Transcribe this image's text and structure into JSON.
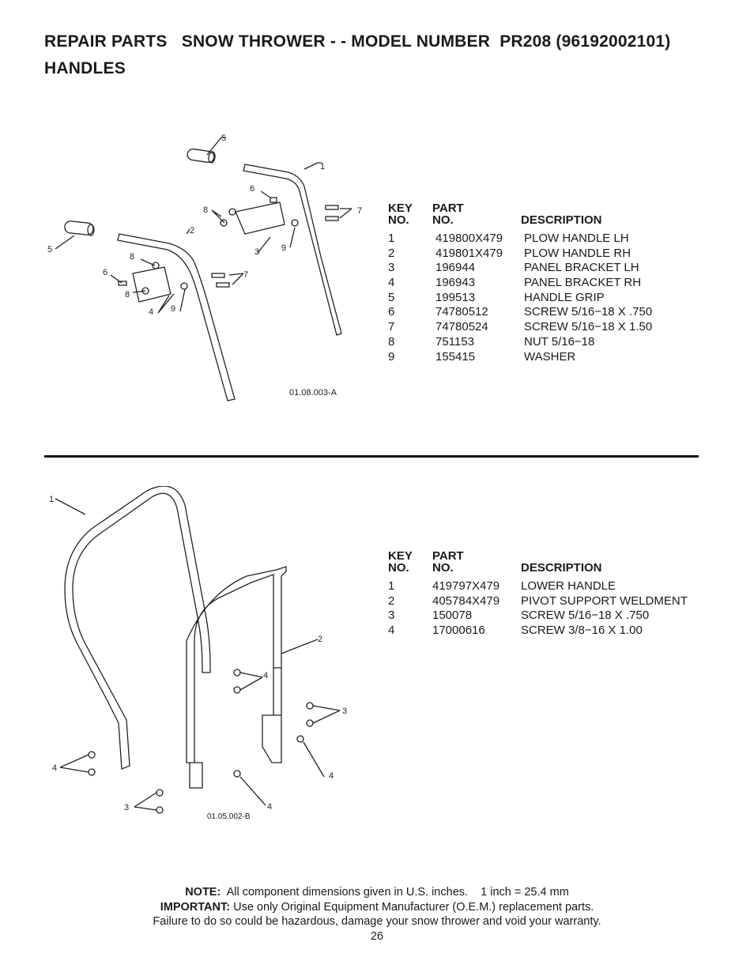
{
  "title": {
    "line1": "REPAIR PARTS   SNOW THROWER - - MODEL NUMBER  PR208 (96192002101)",
    "line2": "HANDLES"
  },
  "section1": {
    "figure_code": "01.08.003-A",
    "callouts": [
      "5",
      "1",
      "6",
      "8",
      "7",
      "2",
      "5",
      "8",
      "3",
      "9",
      "6",
      "8",
      "7",
      "4",
      "9"
    ],
    "headers": {
      "key": [
        "KEY",
        "NO."
      ],
      "part": [
        "PART",
        "NO."
      ],
      "description": "DESCRIPTION"
    },
    "rows": [
      {
        "key": "1",
        "part": "419800X479",
        "description": "PLOW HANDLE LH"
      },
      {
        "key": "2",
        "part": "419801X479",
        "description": "PLOW HANDLE RH"
      },
      {
        "key": "3",
        "part": "196944",
        "description": "PANEL BRACKET LH"
      },
      {
        "key": "4",
        "part": "196943",
        "description": "PANEL BRACKET RH"
      },
      {
        "key": "5",
        "part": "199513",
        "description": "HANDLE GRIP"
      },
      {
        "key": "6",
        "part": "74780512",
        "description": "SCREW 5/16−18 X .750"
      },
      {
        "key": "7",
        "part": "74780524",
        "description": "SCREW 5/16−18 X 1.50"
      },
      {
        "key": "8",
        "part": "751153",
        "description": "NUT 5/16−18"
      },
      {
        "key": "9",
        "part": "155415",
        "description": "WASHER"
      }
    ]
  },
  "section2": {
    "figure_code": "01.05.002-B",
    "callouts": [
      "1",
      "2",
      "4",
      "3",
      "4",
      "4",
      "3",
      "4"
    ],
    "headers": {
      "key": [
        "KEY",
        "NO."
      ],
      "part": [
        "PART",
        "NO."
      ],
      "description": "DESCRIPTION"
    },
    "rows": [
      {
        "key": "1",
        "part": "419797X479",
        "description": "LOWER HANDLE"
      },
      {
        "key": "2",
        "part": "405784X479",
        "description": "PIVOT SUPPORT WELDMENT"
      },
      {
        "key": "3",
        "part": "150078",
        "description": "SCREW 5/16−18 X .750"
      },
      {
        "key": "4",
        "part": "17000616",
        "description": "SCREW 3/8−16 X 1.00"
      }
    ]
  },
  "footer": {
    "note_label": "NOTE:",
    "note_text": "  All component dimensions given in U.S. inches.    1 inch = 25.4 mm",
    "important_label": "IMPORTANT:",
    "important_text": " Use only Original Equipment Manufacturer (O.E.M.) replacement parts.",
    "line3": "Failure to do so could be hazardous, damage your snow thrower and void your warranty.",
    "page_number": "26"
  }
}
